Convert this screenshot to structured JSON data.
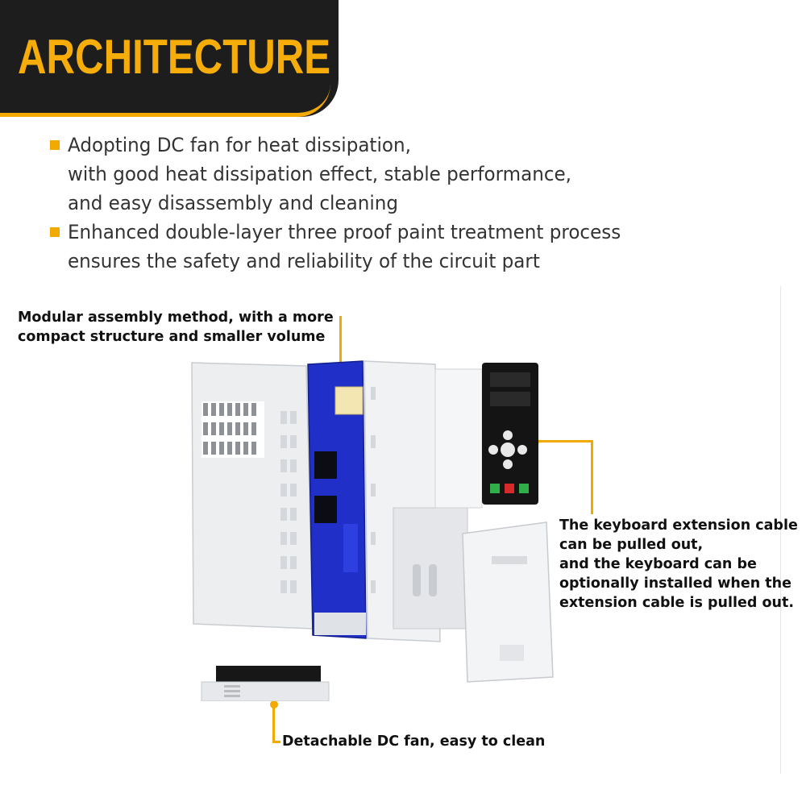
{
  "header": {
    "title": "ARCHITECTURE"
  },
  "bullets": [
    {
      "lines": [
        "Adopting DC fan for heat dissipation,",
        "with good heat dissipation effect, stable performance,",
        "and easy disassembly and cleaning"
      ]
    },
    {
      "lines": [
        "Enhanced double-layer three proof paint treatment process",
        "ensures the safety and reliability of the circuit part"
      ]
    }
  ],
  "annotations": {
    "modular": {
      "lines": [
        "Modular assembly method, with a more",
        "compact structure and smaller volume"
      ]
    },
    "keyboard": {
      "lines": [
        "The keyboard extension cable",
        "can be pulled out,",
        "and the keyboard can be",
        "optionally installed when the",
        "extension cable is pulled out."
      ]
    },
    "fan": {
      "lines": [
        "Detachable DC fan, easy to clean"
      ]
    }
  },
  "colors": {
    "accent": "#f2a900",
    "banner": "#1d1d1d",
    "pcb": "#1f2fc8",
    "housing": "#eef0f2"
  }
}
